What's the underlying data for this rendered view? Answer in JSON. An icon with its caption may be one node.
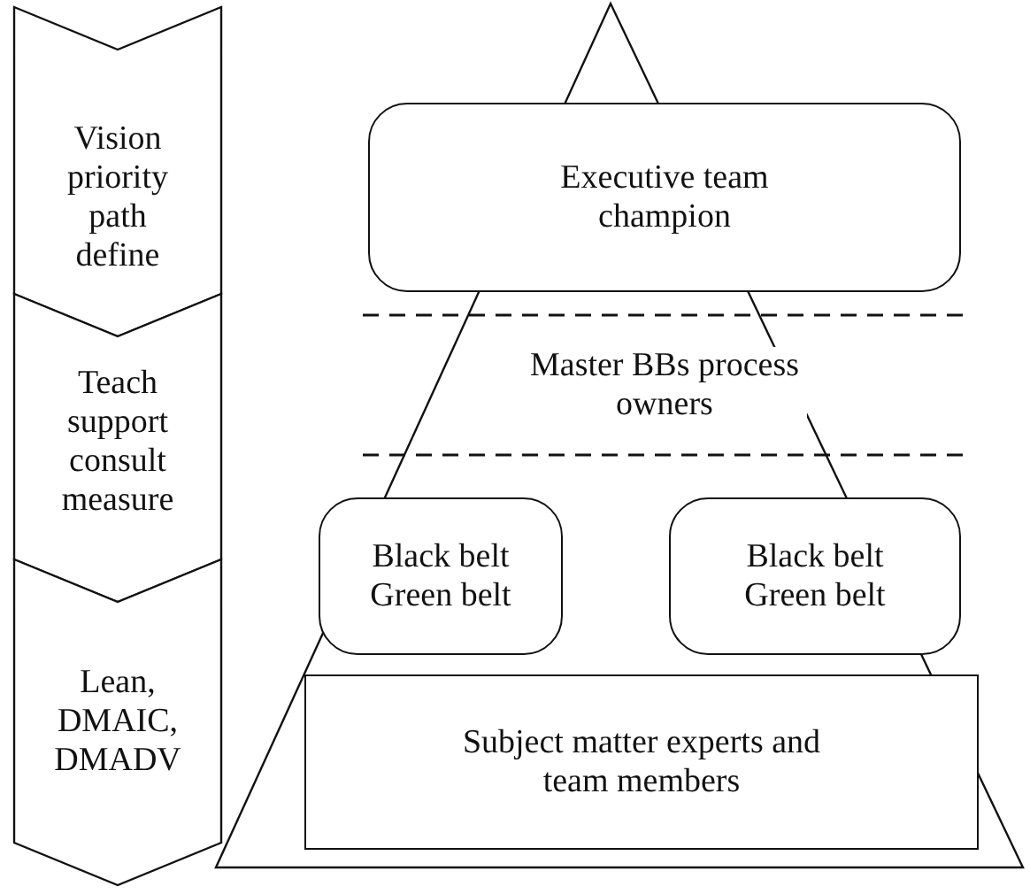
{
  "diagram": {
    "nodes": [
      {
        "text": [
          "Vision priority path define"
        ]
      },
      {
        "text": [
          "Teach support consult measure"
        ]
      },
      {
        "text": [
          "Lean, DMAIC, DMADV"
        ]
      },
      {
        "text": [
          "Executive team champion"
        ]
      },
      {
        "text": [
          "Master BBs process owners"
        ]
      },
      {
        "text": [
          "Black belt Green belt"
        ]
      },
      {
        "text": [
          "Black belt Green belt"
        ]
      },
      {
        "text": [
          "Subject matter experts and team members"
        ]
      }
    ]
  }
}
